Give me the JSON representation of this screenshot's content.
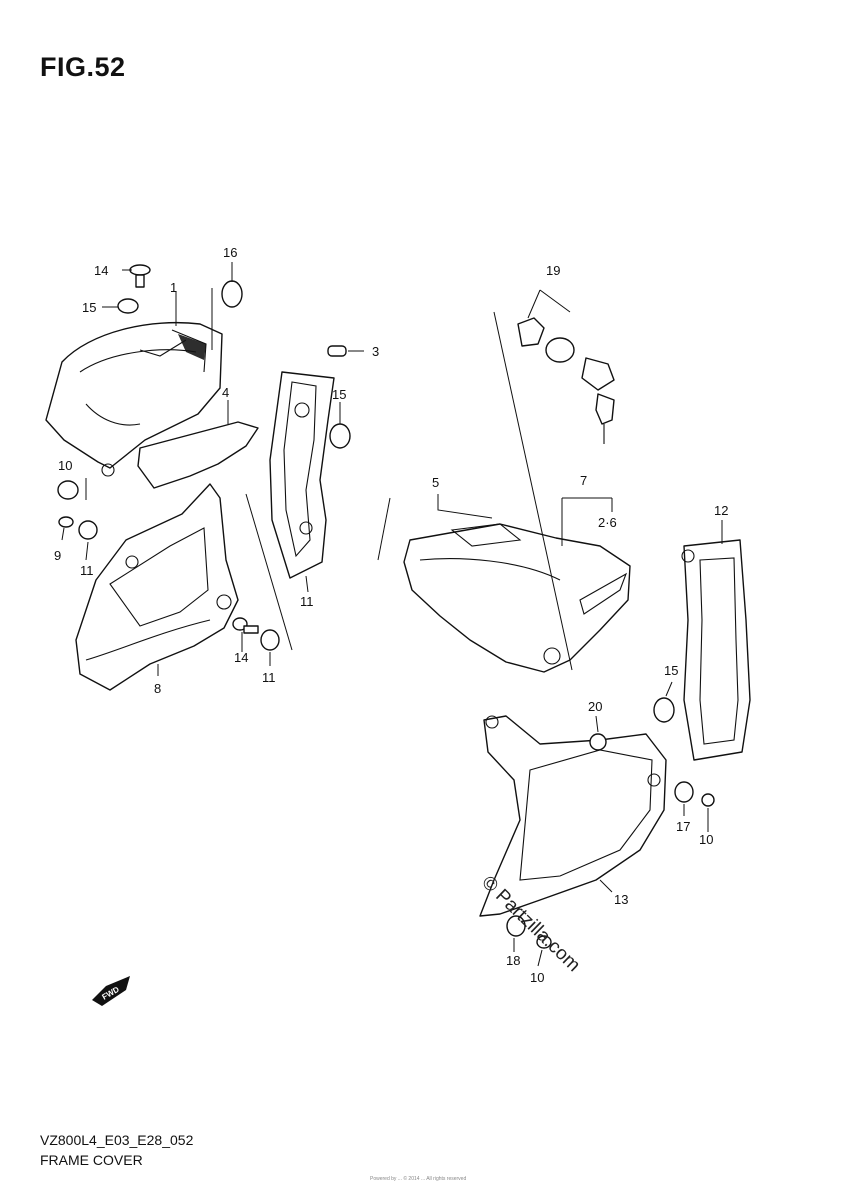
{
  "figure": {
    "title": "FIG.52"
  },
  "callouts": [
    {
      "id": "c1",
      "label": "1"
    },
    {
      "id": "c2-6",
      "label": "2·6"
    },
    {
      "id": "c3",
      "label": "3"
    },
    {
      "id": "c4",
      "label": "4"
    },
    {
      "id": "c5",
      "label": "5"
    },
    {
      "id": "c7",
      "label": "7"
    },
    {
      "id": "c8",
      "label": "8"
    },
    {
      "id": "c9",
      "label": "9"
    },
    {
      "id": "c10a",
      "label": "10"
    },
    {
      "id": "c10b",
      "label": "10"
    },
    {
      "id": "c10c",
      "label": "10"
    },
    {
      "id": "c11a",
      "label": "11"
    },
    {
      "id": "c11b",
      "label": "11"
    },
    {
      "id": "c11c",
      "label": "11"
    },
    {
      "id": "c12",
      "label": "12"
    },
    {
      "id": "c13",
      "label": "13"
    },
    {
      "id": "c14a",
      "label": "14"
    },
    {
      "id": "c14b",
      "label": "14"
    },
    {
      "id": "c15a",
      "label": "15"
    },
    {
      "id": "c15b",
      "label": "15"
    },
    {
      "id": "c15c",
      "label": "15"
    },
    {
      "id": "c16",
      "label": "16"
    },
    {
      "id": "c17",
      "label": "17"
    },
    {
      "id": "c18",
      "label": "18"
    },
    {
      "id": "c19",
      "label": "19"
    },
    {
      "id": "c20",
      "label": "20"
    }
  ],
  "fwd_badge": "FWD",
  "watermark": "© Partzilla.com",
  "footer": {
    "code": "VZ800L4_E03_E28_052",
    "caption": "FRAME COVER",
    "fine_print": "Powered by ... © 2014 ... All rights reserved"
  },
  "colors": {
    "ink": "#111111",
    "background": "#ffffff"
  }
}
